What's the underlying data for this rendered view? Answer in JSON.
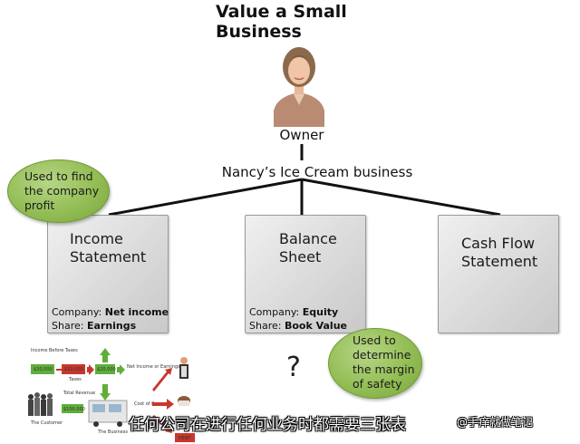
{
  "title": "Value a Small Business",
  "owner_label": "Owner",
  "business_label": "Nancy’s Ice Cream business",
  "statements": [
    {
      "title_lines": [
        "Income",
        "Statement"
      ],
      "company_label": "Company:",
      "company_value": "Net income",
      "share_label": "Share:",
      "share_value": "Earnings"
    },
    {
      "title_lines": [
        "Balance",
        "Sheet"
      ],
      "company_label": "Company:",
      "company_value": "Equity",
      "share_label": "Share:",
      "share_value": "Book Value"
    },
    {
      "title_lines": [
        "Cash Flow",
        "Statement"
      ]
    }
  ],
  "bubbles": {
    "profit": [
      "Used to find",
      "the company",
      "profit"
    ],
    "safety": [
      "Used to",
      "determine",
      "the margin",
      "of safety"
    ]
  },
  "question_mark": "?",
  "flow_diagram": {
    "income_before_taxes": "Income Before Taxes",
    "amount_30000": "$30,000",
    "amount_10000": "$10,000",
    "taxes": "Taxes",
    "amount_20000": "$20,000",
    "net_income": "Net Income or Earnings",
    "total_revenue": "Total Revenue",
    "amount_100000": "$100,000",
    "cost_of_revenue": "Cost of Revenue",
    "the_customer": "The Customer",
    "the_business": "The Business",
    "rent": "RENT"
  },
  "subtitle": "任何公司在进行任何业务时都需要三张表",
  "watermark": "@手痒就做笔记",
  "colors": {
    "bubble_green": "#93bd55",
    "box_gray": "#d8d8d8",
    "flow_green": "#5fae3a",
    "flow_red": "#c8372d"
  }
}
